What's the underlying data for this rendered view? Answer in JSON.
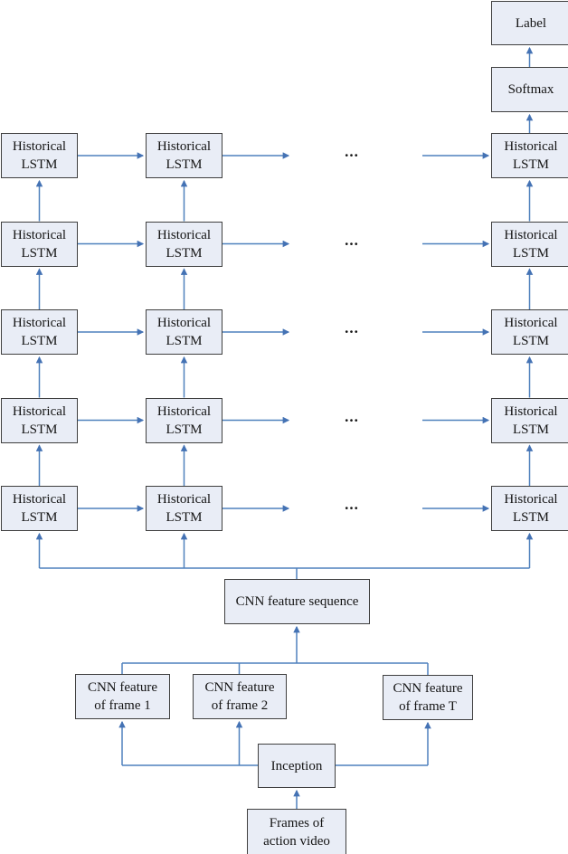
{
  "diagram": {
    "nodes": {
      "label": "Label",
      "softmax": "Softmax",
      "historical_lstm": {
        "line1": "Historical",
        "line2": "LSTM"
      },
      "cnn_feature_sequence": "CNN feature sequence",
      "cnn_feature_frame_1": {
        "line1": "CNN feature",
        "line2": "of frame 1"
      },
      "cnn_feature_frame_2": {
        "line1": "CNN feature",
        "line2": "of frame 2"
      },
      "cnn_feature_frame_t": {
        "line1": "CNN feature",
        "line2": "of frame T"
      },
      "inception": "Inception",
      "frames_of_action_video": {
        "line1": "Frames of",
        "line2": "action video"
      }
    },
    "ellipsis": "...",
    "grid": {
      "lstm_rows": 5,
      "lstm_columns": 3
    },
    "colors": {
      "box_fill": "#e9edf6",
      "box_border": "#3f3f3f",
      "arrow": "#4f81bd",
      "arrowhead": "#4472b4",
      "text": "#141414"
    }
  }
}
